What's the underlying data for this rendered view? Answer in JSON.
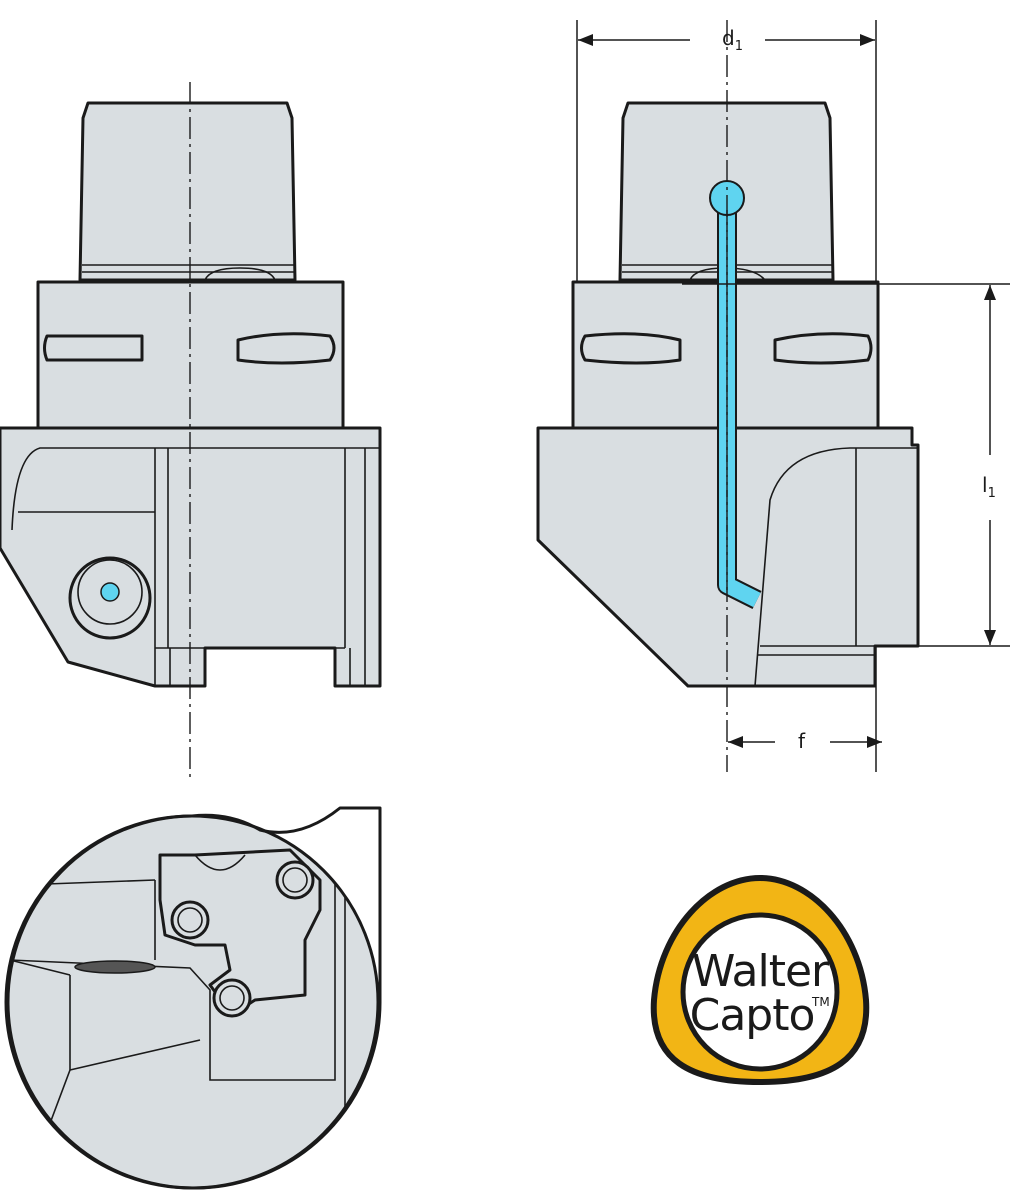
{
  "dimensions": {
    "d1": {
      "main": "d",
      "sub": "1"
    },
    "l1": {
      "main": "l",
      "sub": "1"
    },
    "f": {
      "main": "f"
    }
  },
  "logo": {
    "line1": "Walter",
    "line2": "Capto",
    "trademark": "TM"
  },
  "colors": {
    "part_fill": "#d9dee1",
    "coolant": "#5fd4f0",
    "logo_ring": "#f2b515",
    "outline": "#1a1a1a"
  }
}
